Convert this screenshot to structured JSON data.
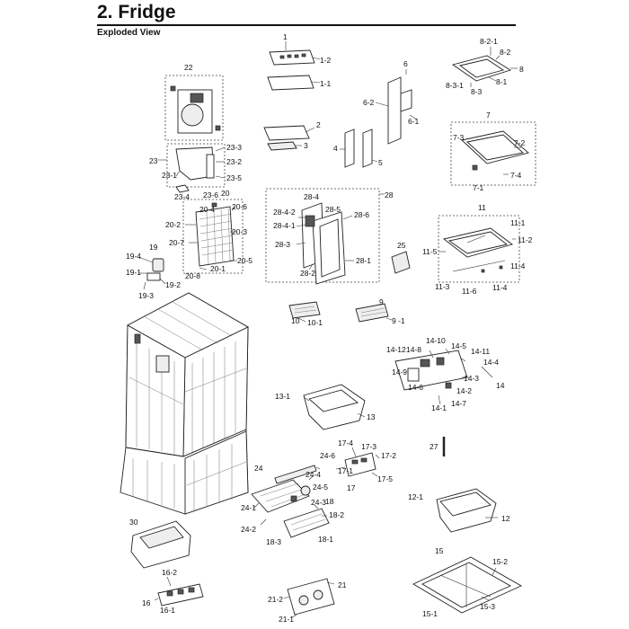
{
  "header": {
    "title": "2.  Fridge",
    "subtitle": "Exploded View"
  },
  "labels": {
    "p1": "1",
    "p1_2": "1-2",
    "p1_1": "1-1",
    "p2": "2",
    "p3": "3",
    "p4": "4",
    "p5": "5",
    "p6": "6",
    "p6_2": "6-2",
    "p6_1": "6-1",
    "p8_2_1": "8-2-1",
    "p8_2": "8-2",
    "p8": "8",
    "p8_1": "8-1",
    "p8_3_1": "8-3-1",
    "p8_3": "8-3",
    "p7": "7",
    "p7_3": "7-3",
    "p7_2": "7-2",
    "p7_4": "7-4",
    "p7_1": "7-1",
    "p22": "22",
    "p23": "23",
    "p23_3": "23-3",
    "p23_2": "23-2",
    "p23_5": "23-5",
    "p23_1": "23-1",
    "p23_4": "23-4",
    "p23_6": "23-6",
    "p20": "20",
    "p20_4": "20-4",
    "p20_6": "20-6",
    "p20_2": "20-2",
    "p20_3": "20-3",
    "p20_7": "20-7",
    "p20_5": "20-5",
    "p20_8": "20-8",
    "p20_1": "20-1",
    "p19": "19",
    "p19_4": "19-4",
    "p19_1": "19-1",
    "p19_2": "19-2",
    "p19_3": "19-3",
    "p28": "28",
    "p28_4": "28-4",
    "p28_4_2": "28-4-2",
    "p28_4_1": "28-4-1",
    "p28_5": "28-5",
    "p28_6": "28-6",
    "p28_3": "28-3",
    "p28_1": "28-1",
    "p28_2": "28-2",
    "p25": "25",
    "p11": "11",
    "p11_1": "11-1",
    "p11_2": "11-2",
    "p11_5": "11-5",
    "p11_4a": "11-4",
    "p11_3": "11-3",
    "p11_6": "11-6",
    "p11_4b": "11-4",
    "p9": "9",
    "p9_1": "9 -1",
    "p10": "10",
    "p10_1": "10-1",
    "p14_10": "14-10",
    "p14_12": "14-12",
    "p14_8": "14-8",
    "p14_5": "14-5",
    "p14_11": "14-11",
    "p14_4": "14-4",
    "p14_9": "14-9",
    "p14_3": "14-3",
    "p14": "14",
    "p14_6": "14-6",
    "p14_2": "14-2",
    "p14_1": "14-1",
    "p14_7": "14-7",
    "p13_1": "13-1",
    "p13": "13",
    "p17_4": "17-4",
    "p17_3": "17-3",
    "p17_2": "17-2",
    "p17_1": "17-1",
    "p17_5": "17-5",
    "p17": "17",
    "p27": "27",
    "p24": "24",
    "p24_6": "24-6",
    "p24_4": "24-4",
    "p24_5": "24-5",
    "p24_3": "24-3",
    "p24_1": "24-1",
    "p24_2": "24-2",
    "p18": "18",
    "p18_2": "18-2",
    "p18_3": "18-3",
    "p18_1": "18-1",
    "p12_1": "12-1",
    "p12": "12",
    "p30": "30",
    "p15": "15",
    "p15_2": "15-2",
    "p15_3": "15-3",
    "p15_1": "15-1",
    "p16_2": "16-2",
    "p16": "16",
    "p16_1": "16-1",
    "p21": "21",
    "p21_2": "21-2",
    "p21_1": "21-1"
  }
}
